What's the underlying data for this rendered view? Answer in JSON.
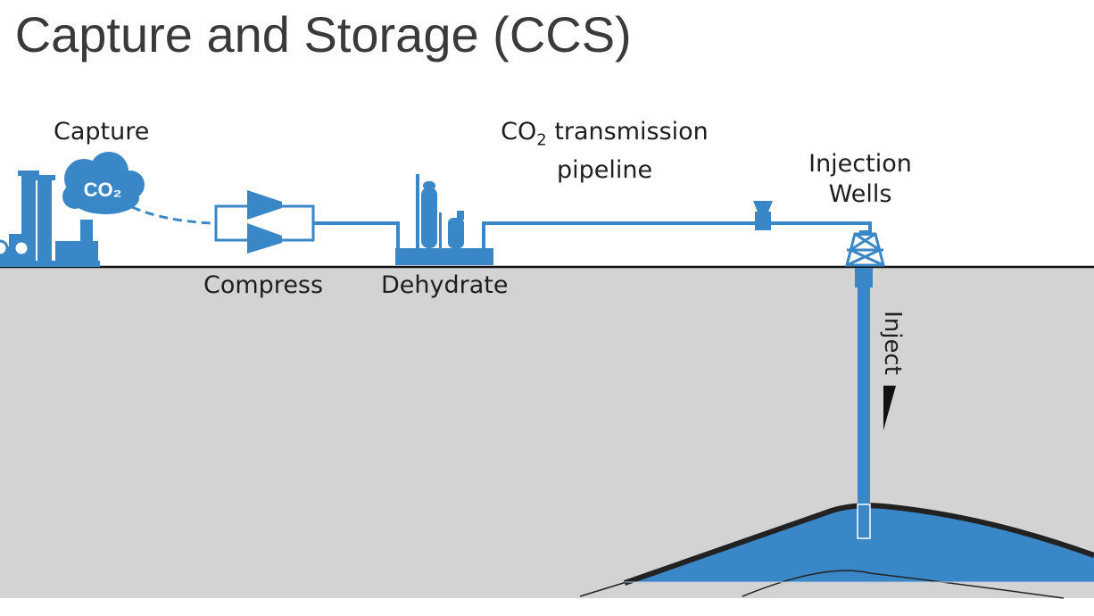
{
  "title": "n Capture and Storage (CCS)",
  "labels": {
    "capture": "Capture",
    "co2_badge": "CO₂",
    "compress": "Compress",
    "dehydrate": "Dehydrate",
    "pipeline_prefix": "CO",
    "pipeline_subscript": "2",
    "pipeline_rest": " transmission",
    "pipeline_line2": "pipeline",
    "injection_line1": "Injection",
    "injection_line2": "Wells",
    "inject": "Inject"
  },
  "colors": {
    "accent": "#3a87c8",
    "ground": "#d4d3d4",
    "cap_rock": "#222222",
    "text": "#1e1e1e",
    "title": "#3a3a3a"
  }
}
